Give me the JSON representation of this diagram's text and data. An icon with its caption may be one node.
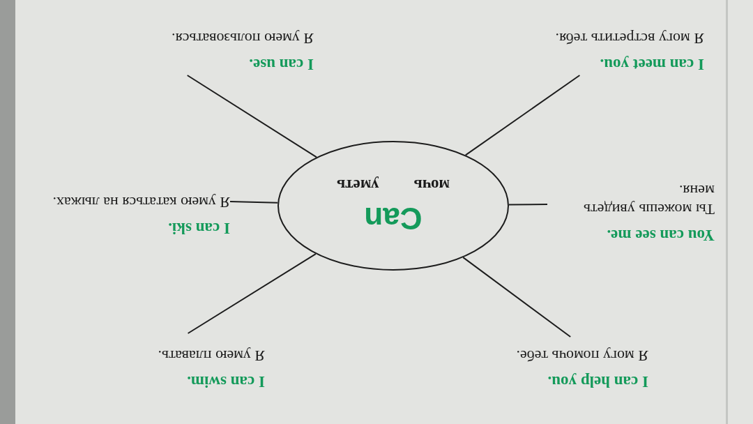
{
  "diagram": {
    "nodes": [
      {
        "text": [
          "Can",
          "мочь",
          "уметь"
        ]
      },
      {
        "text": [
          "I can help you.",
          "Я могу помочь тебе."
        ]
      },
      {
        "text": [
          "I can swim.",
          "Я умею плавать."
        ]
      },
      {
        "text": [
          "You can see me.",
          "Ты можешь увидеть меня."
        ]
      },
      {
        "text": [
          "I can ski.",
          "Я умею кататься на лыжах."
        ]
      },
      {
        "text": [
          "I can meet you.",
          "Я могу встретить тебя."
        ]
      },
      {
        "text": [
          "I can use.",
          "Я умею пользоваться."
        ]
      }
    ],
    "edges": [
      {
        "from": 0,
        "to": 1,
        "arrow": "none"
      },
      {
        "from": 0,
        "to": 2,
        "arrow": "none"
      },
      {
        "from": 0,
        "to": 3,
        "arrow": "none"
      },
      {
        "from": 0,
        "to": 4,
        "arrow": "none"
      },
      {
        "from": 0,
        "to": 5,
        "arrow": "none"
      },
      {
        "from": 0,
        "to": 6,
        "arrow": "none"
      }
    ]
  }
}
